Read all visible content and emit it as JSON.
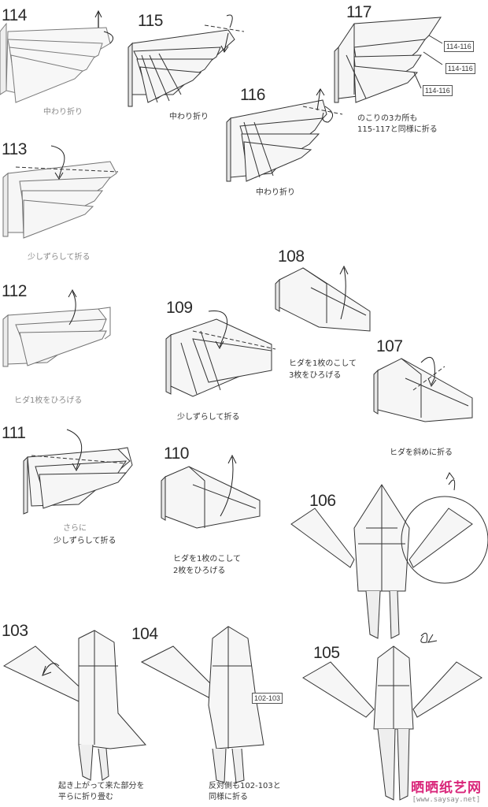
{
  "steps": {
    "s114": {
      "number": "114",
      "caption": "中わり折り"
    },
    "s115": {
      "number": "115",
      "caption": "中わり折り"
    },
    "s116": {
      "number": "116",
      "caption": "中わり折り"
    },
    "s117": {
      "number": "117",
      "caption_line1": "のこりの3カ所も",
      "caption_line2": "115-117と同様に折る",
      "refs": [
        "114-116",
        "114-116",
        "114-116"
      ]
    },
    "s113": {
      "number": "113",
      "caption": "少しずらして折る"
    },
    "s112": {
      "number": "112",
      "caption": "ヒダ1枚をひろげる"
    },
    "s111": {
      "number": "111",
      "caption_line1": "さらに",
      "caption_line2": "少しずらして折る"
    },
    "s110": {
      "number": "110",
      "caption_line1": "ヒダを1枚のこして",
      "caption_line2": "2枚をひろげる"
    },
    "s109": {
      "number": "109",
      "caption": "少しずらして折る"
    },
    "s108": {
      "number": "108",
      "caption_line1": "ヒダを1枚のこして",
      "caption_line2": "3枚をひろげる"
    },
    "s107": {
      "number": "107",
      "caption": "ヒダを斜めに折る"
    },
    "s106": {
      "number": "106"
    },
    "s103": {
      "number": "103",
      "caption_line1": "起き上がって来た部分を",
      "caption_line2": "平らに折り畳む"
    },
    "s104": {
      "number": "104",
      "caption_line1": "反対側も102-103と",
      "caption_line2": "同様に折る",
      "ref": "102-103"
    },
    "s105": {
      "number": "105"
    }
  },
  "watermark": {
    "main": "晒晒纸艺网",
    "sub": "[www.saysay.net]"
  }
}
